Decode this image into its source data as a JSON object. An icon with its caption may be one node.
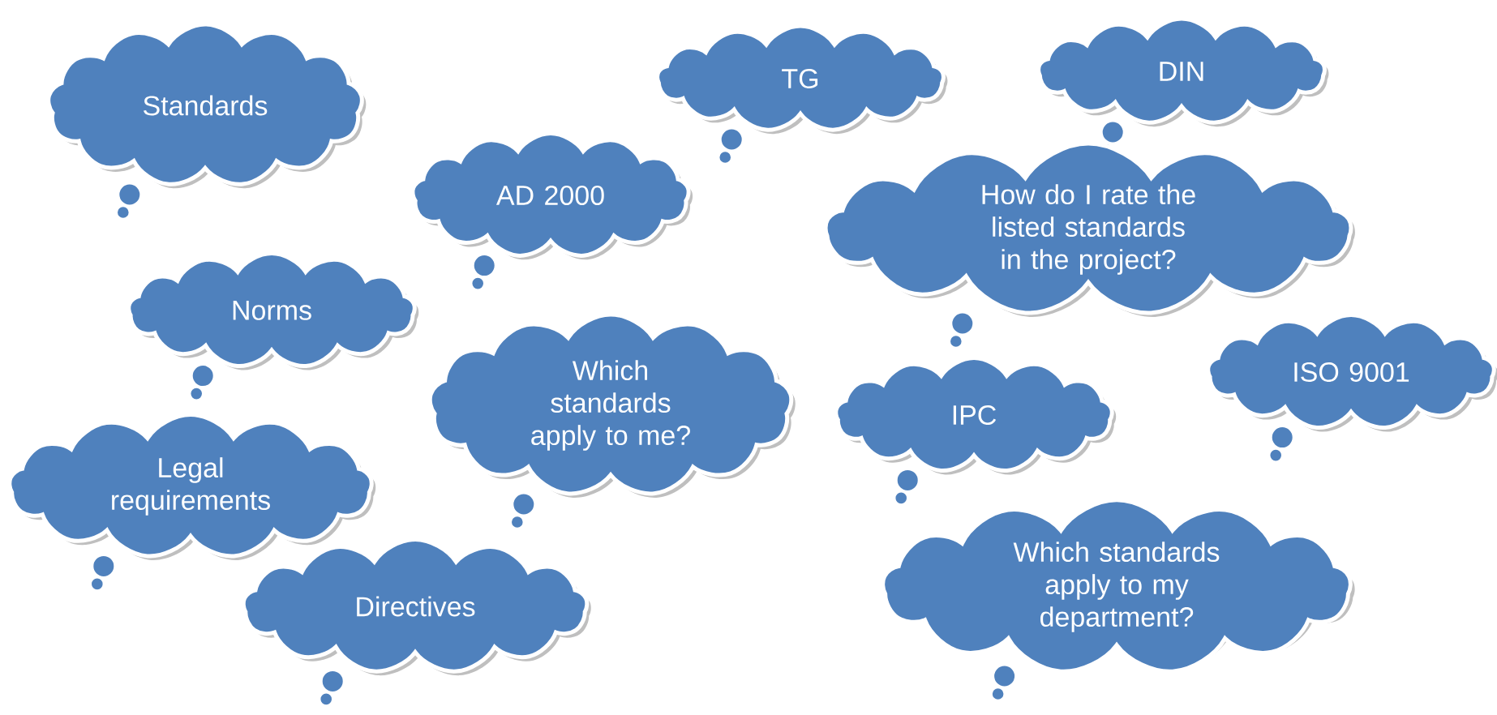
{
  "diagram": {
    "nodes": [
      {
        "text": [
          "Standards"
        ]
      },
      {
        "text": [
          "TG"
        ]
      },
      {
        "text": [
          "DIN"
        ]
      },
      {
        "text": [
          "AD 2000"
        ]
      },
      {
        "text": [
          "How do I rate the listed standards in the project?"
        ]
      },
      {
        "text": [
          "Norms"
        ]
      },
      {
        "text": [
          "Which standards apply to me?"
        ]
      },
      {
        "text": [
          "ISO 9001"
        ]
      },
      {
        "text": [
          "IPC"
        ]
      },
      {
        "text": [
          "Legal requirements"
        ]
      },
      {
        "text": [
          "Directives"
        ]
      },
      {
        "text": [
          "Which standards apply to my department?"
        ]
      }
    ]
  }
}
